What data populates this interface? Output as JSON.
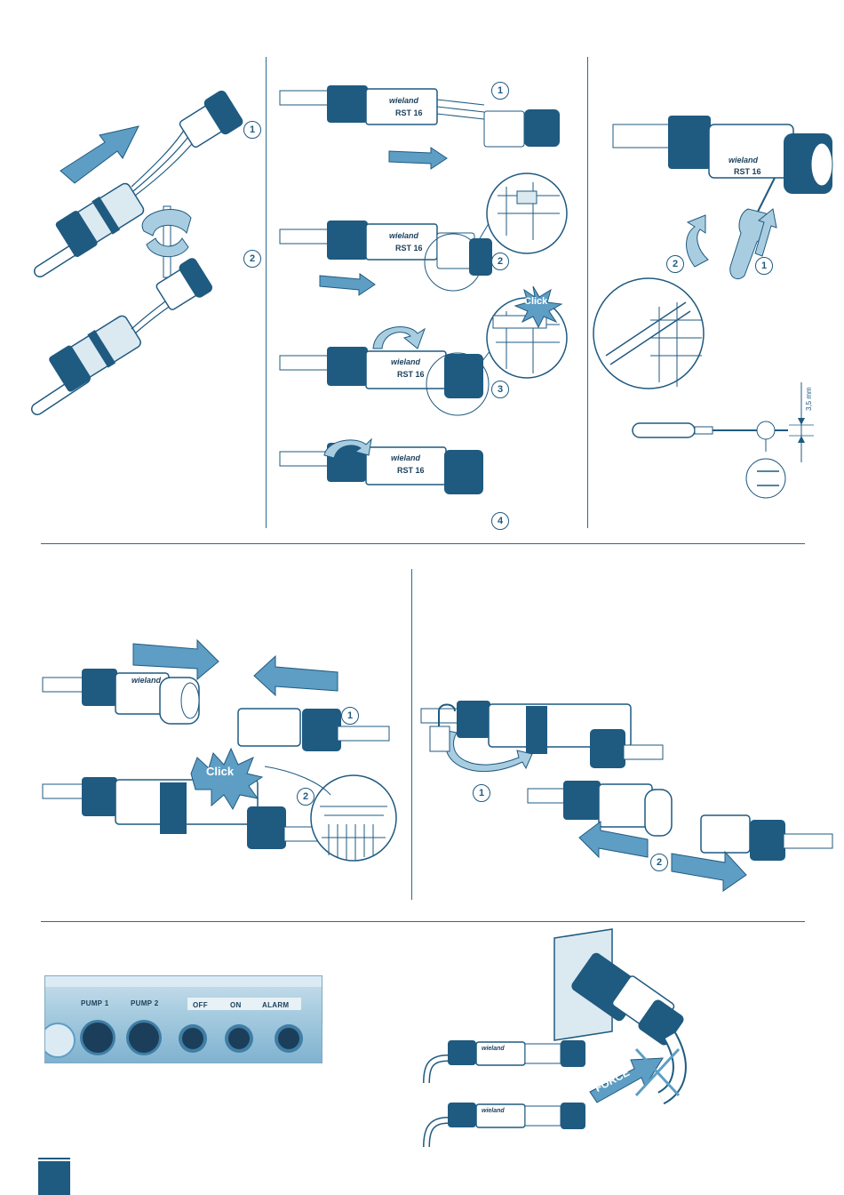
{
  "colors": {
    "primary": "#1f5a80",
    "light": "#a9cde0",
    "mid": "#5e9ec4",
    "dark": "#1b3f5a",
    "rule": "#2a6a90"
  },
  "steps": {
    "s1": "1",
    "s2": "2",
    "s3": "3",
    "s4": "4"
  },
  "connector": {
    "brand": "wieland",
    "model": "RST 16",
    "model_short": "16"
  },
  "click_label": "Click",
  "dimension_label": "3,5 mm",
  "panel": {
    "pump1": "PUMP 1",
    "pump2": "PUMP 2",
    "off": "OFF",
    "on": "ON",
    "alarm": "ALARM"
  },
  "force_label": "FORCE"
}
